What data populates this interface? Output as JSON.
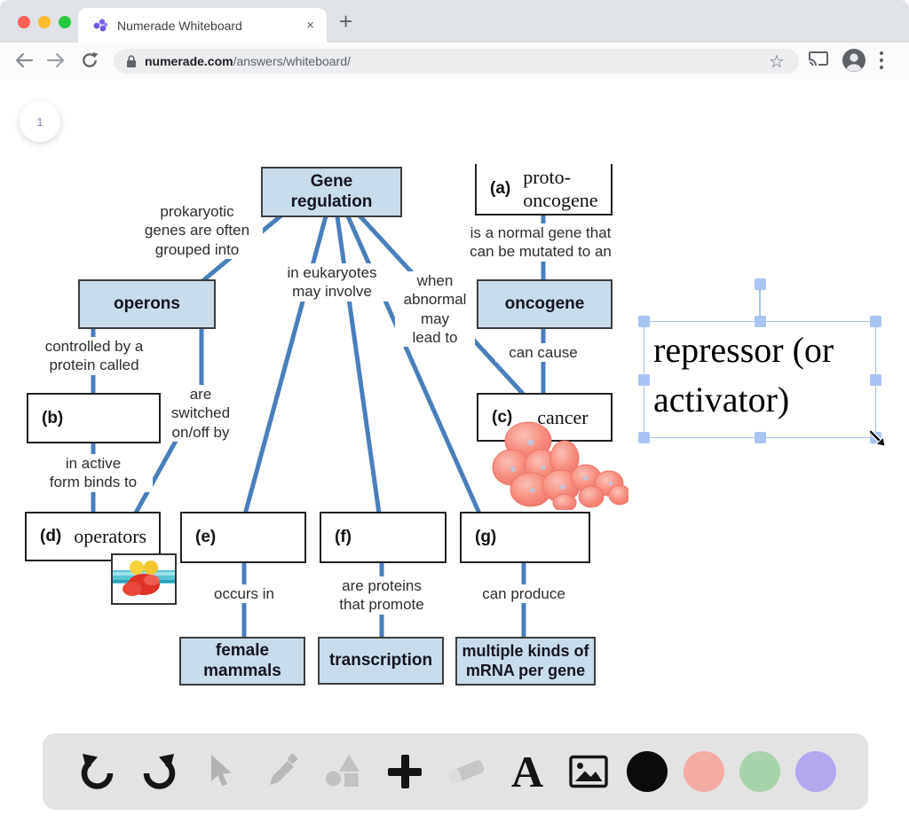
{
  "browser": {
    "tab": {
      "title": "Numerade Whiteboard",
      "close": "×"
    },
    "new_tab": "+",
    "url": {
      "domain": "numerade.com",
      "path": "/answers/whiteboard/"
    }
  },
  "whiteboard": {
    "page_number": "1",
    "colors": {
      "connector_blue": "#4a7ebc",
      "node_fill_blue": "#c9dcec",
      "selection_handle": "#a9c4f3"
    },
    "nodes": {
      "gene_regulation": "Gene\nregulation",
      "a_prefix": "(a)",
      "a_word": "proto-oncogene",
      "operons": "operons",
      "oncogene": "oncogene",
      "b_prefix": "(b)",
      "c_prefix": "(c)",
      "c_word": "cancer",
      "d_prefix": "(d)",
      "d_word": "operators",
      "e_prefix": "(e)",
      "f_prefix": "(f)",
      "g_prefix": "(g)",
      "female_mammals": "female\nmammals",
      "transcription": "transcription",
      "mrna": "multiple kinds of\nmRNA per gene"
    },
    "labels": {
      "prokaryotic": "prokaryotic\ngenes are often\ngrouped into",
      "normal_gene": "is a normal gene that\ncan be mutated to an",
      "eukaryotes": "in eukaryotes\nmay involve",
      "when_abnormal": "when\nabnormal\nmay\nlead to",
      "can_cause": "can cause",
      "controlled": "controlled by a\nprotein called",
      "switched": "are\nswitched\non/off by",
      "in_active": "in active\nform binds to",
      "occurs_in": "occurs in",
      "proteins_promote": "are proteins\nthat promote",
      "can_produce": "can produce"
    },
    "selection": {
      "text": "repressor (or\nactivator)"
    }
  },
  "toolbar": {
    "text_tool_label": "A",
    "icons": [
      "undo",
      "redo",
      "select",
      "pencil",
      "shapes",
      "add",
      "eraser",
      "text",
      "image"
    ],
    "palette": [
      "#0b0b0b",
      "#f3aba4",
      "#a9d3aa",
      "#b4a6ef"
    ]
  }
}
